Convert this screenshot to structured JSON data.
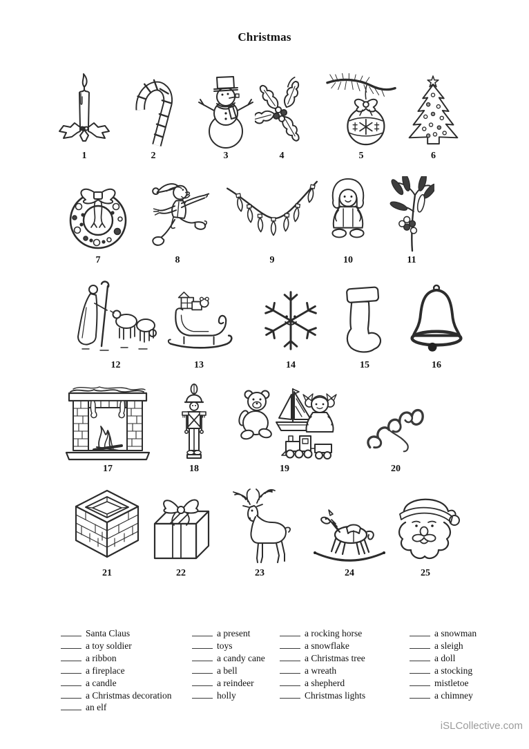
{
  "page": {
    "title": "Christmas",
    "watermark": "iSLCollective.com"
  },
  "pictures": [
    {
      "number": "1",
      "icon": "candle-icon"
    },
    {
      "number": "2",
      "icon": "candy-cane-icon"
    },
    {
      "number": "3",
      "icon": "snowman-icon"
    },
    {
      "number": "4",
      "icon": "holly-icon"
    },
    {
      "number": "5",
      "icon": "christmas-decoration-icon"
    },
    {
      "number": "6",
      "icon": "christmas-tree-icon"
    },
    {
      "number": "7",
      "icon": "wreath-icon"
    },
    {
      "number": "8",
      "icon": "elf-icon"
    },
    {
      "number": "9",
      "icon": "christmas-lights-icon"
    },
    {
      "number": "10",
      "icon": "doll-icon"
    },
    {
      "number": "11",
      "icon": "mistletoe-icon"
    },
    {
      "number": "12",
      "icon": "shepherd-icon"
    },
    {
      "number": "13",
      "icon": "sleigh-icon"
    },
    {
      "number": "14",
      "icon": "snowflake-icon"
    },
    {
      "number": "15",
      "icon": "stocking-icon"
    },
    {
      "number": "16",
      "icon": "bell-icon"
    },
    {
      "number": "17",
      "icon": "fireplace-icon"
    },
    {
      "number": "18",
      "icon": "toy-soldier-icon"
    },
    {
      "number": "19",
      "icon": "toys-icon"
    },
    {
      "number": "20",
      "icon": "ribbon-icon"
    },
    {
      "number": "21",
      "icon": "chimney-icon"
    },
    {
      "number": "22",
      "icon": "present-icon"
    },
    {
      "number": "23",
      "icon": "reindeer-icon"
    },
    {
      "number": "24",
      "icon": "rocking-horse-icon"
    },
    {
      "number": "25",
      "icon": "santa-claus-icon"
    }
  ],
  "word_list": {
    "columns": [
      {
        "items": [
          "Santa Claus",
          "a toy soldier",
          "a ribbon",
          "a fireplace",
          "a candle",
          "a Christmas decoration",
          "an elf"
        ]
      },
      {
        "items": [
          "a present",
          "toys",
          "a candy cane",
          "a bell",
          "a reindeer",
          "holly"
        ]
      },
      {
        "items": [
          "a rocking horse",
          "a snowflake",
          "a Christmas tree",
          "a wreath",
          "a shepherd",
          "Christmas lights"
        ]
      },
      {
        "items": [
          "a snowman",
          "a sleigh",
          "a doll",
          "a stocking",
          "mistletoe",
          "a chimney"
        ]
      }
    ]
  }
}
